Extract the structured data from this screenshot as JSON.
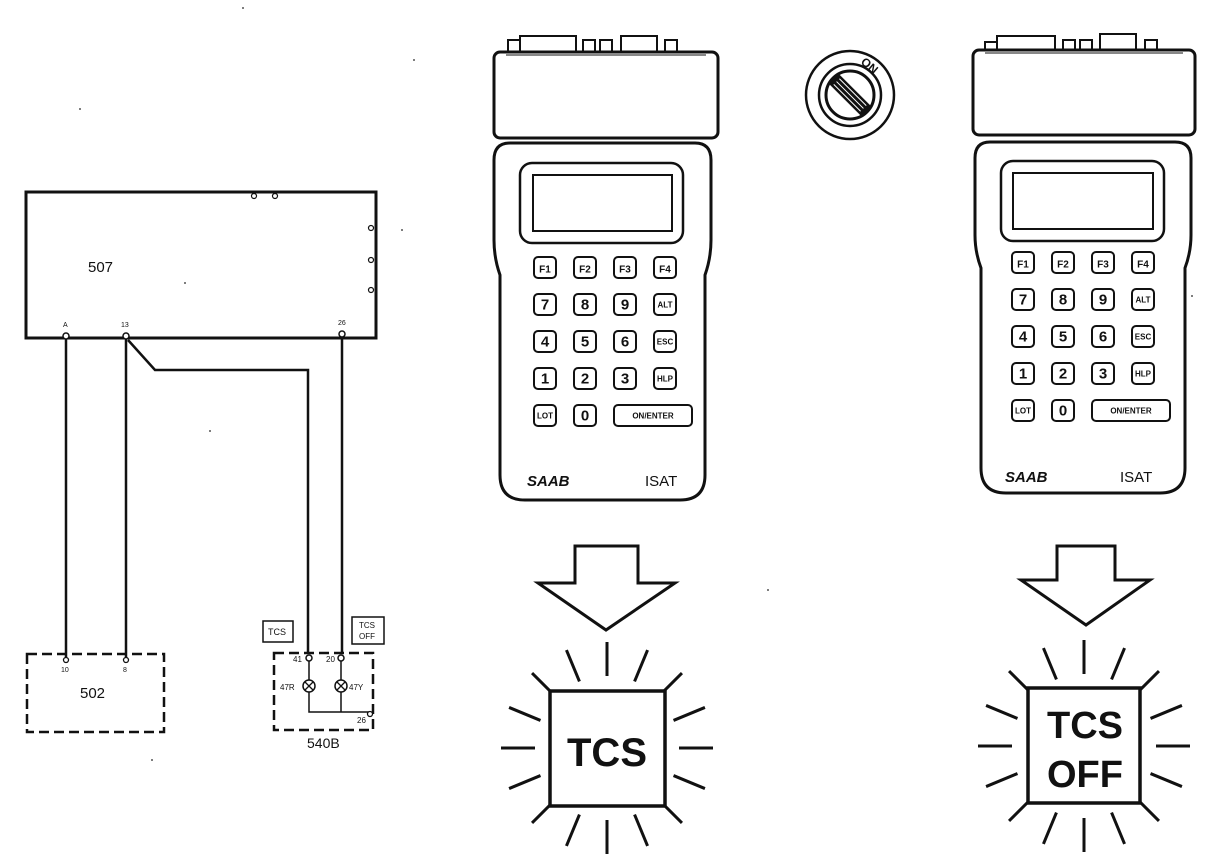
{
  "wiring": {
    "module_main": "507",
    "module_bottom": "502",
    "module_lamps": "540B",
    "pin_a": "A",
    "pin_b": "13",
    "pin_c": "26",
    "pin_d": "10",
    "pin_e": "8",
    "pin_f": "41",
    "pin_g": "20",
    "pin_h": "47R",
    "pin_i": "47Y",
    "pin_j": "26",
    "label_tcs": "TCS",
    "label_tcs_off_1": "TCS",
    "label_tcs_off_2": "OFF"
  },
  "ignition": {
    "on_label": "ON"
  },
  "tester": {
    "brand": "SAAB",
    "model": "ISAT",
    "keys": [
      "F1",
      "F2",
      "F3",
      "F4",
      "7",
      "8",
      "9",
      "ALT",
      "4",
      "5",
      "6",
      "ESC",
      "1",
      "2",
      "3",
      "HLP",
      "LOT",
      "0",
      "ON/ENTER"
    ]
  },
  "indicators": {
    "left_text": "TCS",
    "right_line1": "TCS",
    "right_line2": "OFF"
  }
}
